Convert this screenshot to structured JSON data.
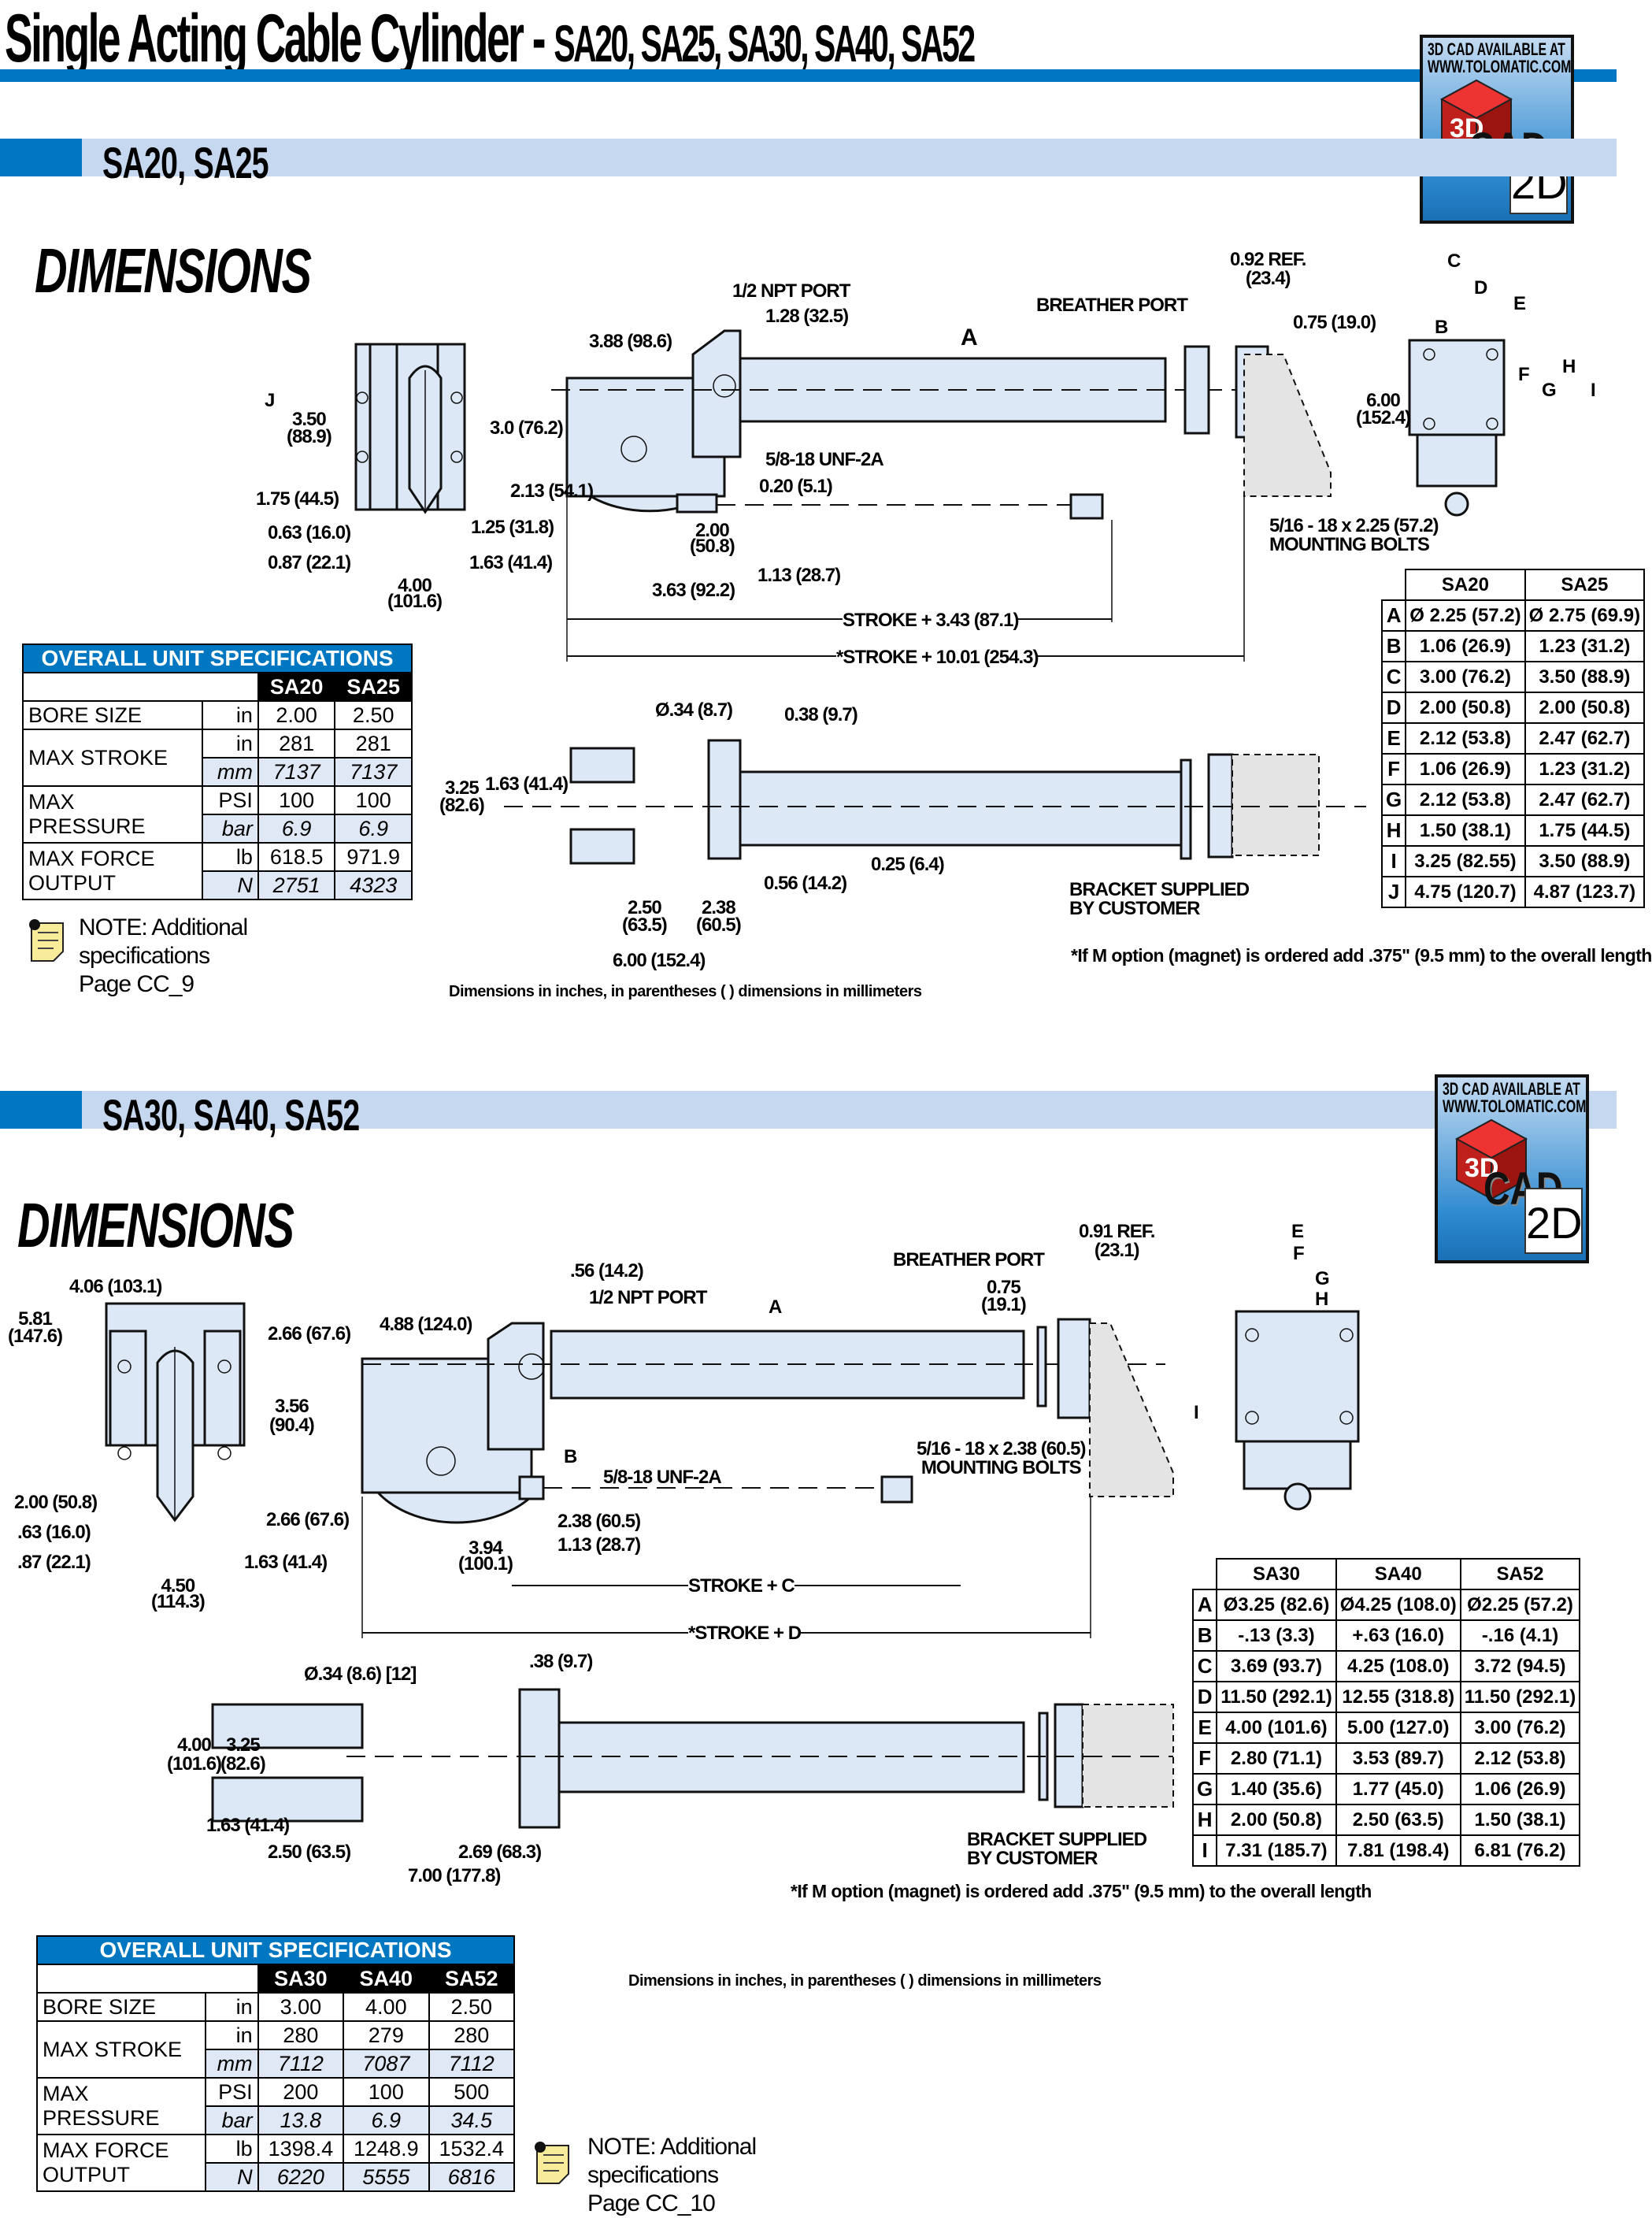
{
  "page": {
    "title_main": "Single Acting Cable Cylinder - ",
    "title_models": "SA20, SA25, SA30, SA40, SA52"
  },
  "cad_badge": {
    "line1": "3D CAD AVAILABLE AT",
    "line2": "WWW.TOLOMATIC.COM",
    "cube_text": "3D",
    "cad_text": "CAD",
    "doc_text": "2D"
  },
  "colors": {
    "brand_blue": "#0077c0",
    "band_light": "#c6d8ef",
    "alt_row": "#e0e8f5",
    "part_fill": "#dde8f6"
  },
  "sections": [
    {
      "band_title": "SA20, SA25",
      "dimensions_heading": "DIMENSIONS",
      "drawing_labels": {
        "end_view": [
          "J",
          "3.50",
          "(88.9)",
          "1.75 (44.5)",
          "0.63 (16.0)",
          "0.87 (22.1)",
          "1.63 (41.4)",
          "4.00",
          "(101.6)"
        ],
        "side_view": [
          "1/2 NPT PORT",
          "1.28 (32.5)",
          "3.88 (98.6)",
          "A",
          "3.0 (76.2)",
          "2.13 (54.1)",
          "1.25 (31.8)",
          "5/8-18 UNF-2A",
          "0.20 (5.1)",
          "2.00",
          "(50.8)",
          "1.13 (28.7)",
          "3.63 (92.2)",
          "STROKE + 3.43 (87.1)",
          "*STROKE + 10.01 (254.3)",
          "BREATHER PORT",
          "0.92 REF.",
          "(23.4)",
          "0.75 (19.0)",
          "5/16 - 18 x 2.25 (57.2)",
          "MOUNTING BOLTS"
        ],
        "face_view": [
          "C",
          "D",
          "E",
          "B",
          "F",
          "H",
          "G",
          "I",
          "6.00",
          "(152.4)"
        ],
        "plan_view": [
          "Ø.34 (8.7)",
          "0.38 (9.7)",
          "3.25",
          "(82.6)",
          "1.63 (41.4)",
          "0.25 (6.4)",
          "0.56 (14.2)",
          "2.50",
          "(63.5)",
          "2.38",
          "(60.5)",
          "6.00 (152.4)",
          "BRACKET SUPPLIED",
          "BY CUSTOMER"
        ]
      },
      "dimension_table": {
        "columns": [
          "SA20",
          "SA25"
        ],
        "rows": [
          {
            "letter": "A",
            "values": [
              "Ø 2.25 (57.2)",
              "Ø 2.75 (69.9)"
            ]
          },
          {
            "letter": "B",
            "values": [
              "1.06 (26.9)",
              "1.23 (31.2)"
            ]
          },
          {
            "letter": "C",
            "values": [
              "3.00 (76.2)",
              "3.50 (88.9)"
            ]
          },
          {
            "letter": "D",
            "values": [
              "2.00 (50.8)",
              "2.00 (50.8)"
            ]
          },
          {
            "letter": "E",
            "values": [
              "2.12 (53.8)",
              "2.47 (62.7)"
            ]
          },
          {
            "letter": "F",
            "values": [
              "1.06 (26.9)",
              "1.23 (31.2)"
            ]
          },
          {
            "letter": "G",
            "values": [
              "2.12 (53.8)",
              "2.47 (62.7)"
            ]
          },
          {
            "letter": "H",
            "values": [
              "1.50 (38.1)",
              "1.75 (44.5)"
            ]
          },
          {
            "letter": "I",
            "values": [
              "3.25 (82.55)",
              "3.50 (88.9)"
            ]
          },
          {
            "letter": "J",
            "values": [
              "4.75 (120.7)",
              "4.87 (123.7)"
            ]
          }
        ]
      },
      "spec_table": {
        "header": "OVERALL UNIT SPECIFICATIONS",
        "columns": [
          "SA20",
          "SA25"
        ],
        "bore_label": "BORE SIZE",
        "bore_unit": "in",
        "bore": [
          "2.00",
          "2.50"
        ],
        "stroke_label": "MAX STROKE",
        "stroke_unit_in": "in",
        "stroke_in": [
          "281",
          "281"
        ],
        "stroke_unit_mm": "mm",
        "stroke_mm": [
          "7137",
          "7137"
        ],
        "pressure_label_1": "MAX",
        "pressure_label_2": "PRESSURE",
        "pressure_unit_psi": "PSI",
        "pressure_psi": [
          "100",
          "100"
        ],
        "pressure_unit_bar": "bar",
        "pressure_bar": [
          "6.9",
          "6.9"
        ],
        "force_label_1": "MAX FORCE",
        "force_label_2": "OUTPUT",
        "force_unit_lb": "lb",
        "force_lb": [
          "618.5",
          "971.9"
        ],
        "force_unit_n": "N",
        "force_n": [
          "2751",
          "4323"
        ]
      },
      "note": {
        "line1": "NOTE: Additional",
        "line2": "specifications",
        "line3": "Page CC_9"
      },
      "units_note": "Dimensions in inches, in parentheses ( ) dimensions in millimeters",
      "magnet_note": "*If M option (magnet)  is ordered add .375\" (9.5 mm) to the overall length"
    },
    {
      "band_title": "SA30, SA40, SA52",
      "dimensions_heading": "DIMENSIONS",
      "drawing_labels": {
        "end_view": [
          "4.06 (103.1)",
          "5.81",
          "(147.6)",
          "2.00 (50.8)",
          ".63 (16.0)",
          ".87 (22.1)",
          "1.63 (41.4)",
          "4.50",
          "(114.3)"
        ],
        "side_view": [
          ".56 (14.2)",
          "1/2 NPT PORT",
          "4.88 (124.0)",
          "2.66 (67.6)",
          "3.56",
          "(90.4)",
          "2.66 (67.6)",
          "A",
          "B",
          "5/8-18 UNF-2A",
          "2.38 (60.5)",
          "1.13 (28.7)",
          "3.94",
          "(100.1)",
          "STROKE + C",
          "*STROKE + D",
          "BREATHER PORT",
          "0.91 REF.",
          "(23.1)",
          "0.75",
          "(19.1)",
          "5/16 - 18 x 2.38 (60.5)",
          "MOUNTING BOLTS"
        ],
        "face_view": [
          "E",
          "F",
          "G",
          "H",
          "I"
        ],
        "plan_view": [
          "Ø.34 (8.6) [12]",
          ".38 (9.7)",
          "4.00",
          "(101.6)",
          "3.25",
          "(82.6)",
          "1.63 (41.4)",
          "2.50 (63.5)",
          "2.69 (68.3)",
          "7.00 (177.8)",
          "BRACKET SUPPLIED",
          "BY CUSTOMER"
        ]
      },
      "dimension_table": {
        "columns": [
          "SA30",
          "SA40",
          "SA52"
        ],
        "rows": [
          {
            "letter": "A",
            "values": [
              "Ø3.25 (82.6)",
              "Ø4.25 (108.0)",
              "Ø2.25 (57.2)"
            ]
          },
          {
            "letter": "B",
            "values": [
              "-.13 (3.3)",
              "+.63 (16.0)",
              "-.16 (4.1)"
            ]
          },
          {
            "letter": "C",
            "values": [
              "3.69 (93.7)",
              "4.25 (108.0)",
              "3.72 (94.5)"
            ]
          },
          {
            "letter": "D",
            "values": [
              "11.50 (292.1)",
              "12.55 (318.8)",
              "11.50 (292.1)"
            ]
          },
          {
            "letter": "E",
            "values": [
              "4.00 (101.6)",
              "5.00 (127.0)",
              "3.00 (76.2)"
            ]
          },
          {
            "letter": "F",
            "values": [
              "2.80 (71.1)",
              "3.53 (89.7)",
              "2.12 (53.8)"
            ]
          },
          {
            "letter": "G",
            "values": [
              "1.40 (35.6)",
              "1.77 (45.0)",
              "1.06 (26.9)"
            ]
          },
          {
            "letter": "H",
            "values": [
              "2.00 (50.8)",
              "2.50 (63.5)",
              "1.50 (38.1)"
            ]
          },
          {
            "letter": "I",
            "values": [
              "7.31 (185.7)",
              "7.81 (198.4)",
              "6.81 (76.2)"
            ]
          }
        ]
      },
      "spec_table": {
        "header": "OVERALL UNIT SPECIFICATIONS",
        "columns": [
          "SA30",
          "SA40",
          "SA52"
        ],
        "bore_label": "BORE SIZE",
        "bore_unit": "in",
        "bore": [
          "3.00",
          "4.00",
          "2.50"
        ],
        "stroke_label": "MAX STROKE",
        "stroke_unit_in": "in",
        "stroke_in": [
          "280",
          "279",
          "280"
        ],
        "stroke_unit_mm": "mm",
        "stroke_mm": [
          "7112",
          "7087",
          "7112"
        ],
        "pressure_label_1": "MAX",
        "pressure_label_2": "PRESSURE",
        "pressure_unit_psi": "PSI",
        "pressure_psi": [
          "200",
          "100",
          "500"
        ],
        "pressure_unit_bar": "bar",
        "pressure_bar": [
          "13.8",
          "6.9",
          "34.5"
        ],
        "force_label_1": "MAX FORCE",
        "force_label_2": "OUTPUT",
        "force_unit_lb": "lb",
        "force_lb": [
          "1398.4",
          "1248.9",
          "1532.4"
        ],
        "force_unit_n": "N",
        "force_n": [
          "6220",
          "5555",
          "6816"
        ]
      },
      "note": {
        "line1": "NOTE: Additional",
        "line2": "specifications",
        "line3": "Page CC_10"
      },
      "units_note": "Dimensions in inches, in parentheses ( ) dimensions in millimeters",
      "magnet_note": "*If M option (magnet)  is ordered add .375\" (9.5 mm) to the overall length"
    }
  ]
}
